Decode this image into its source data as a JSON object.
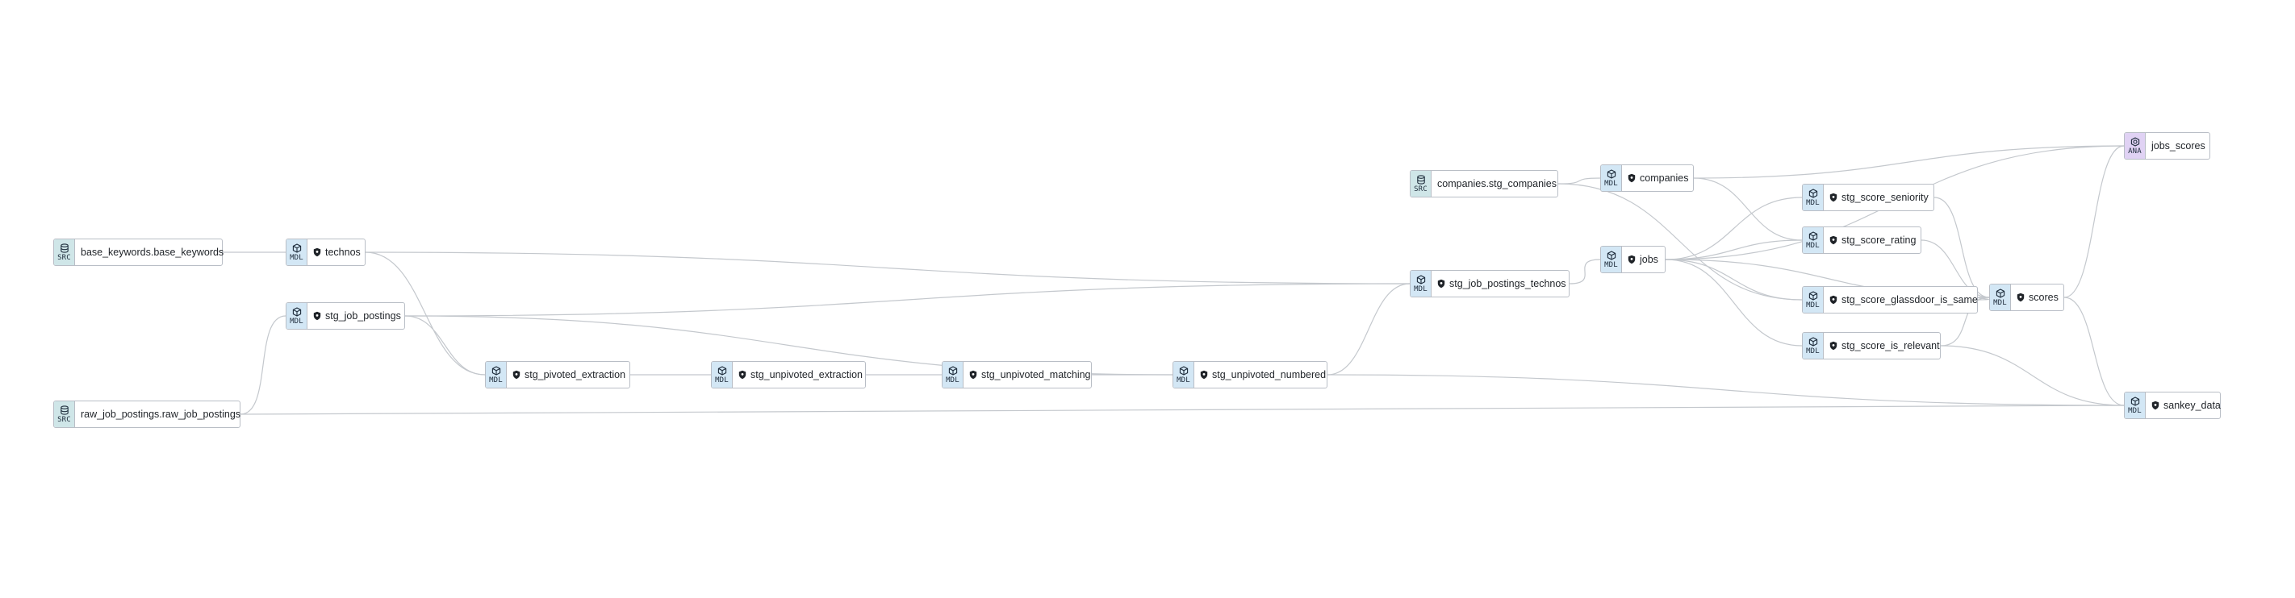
{
  "graph": {
    "nodes": [
      {
        "id": "base_keywords",
        "name": "base_keywords.base_keywords",
        "type": "SRC",
        "icon": "database-icon",
        "protected": false
      },
      {
        "id": "raw_job_postings",
        "name": "raw_job_postings.raw_job_postings",
        "type": "SRC",
        "icon": "database-icon",
        "protected": false
      },
      {
        "id": "technos",
        "name": "technos",
        "type": "MDL",
        "icon": "cube-icon",
        "protected": true
      },
      {
        "id": "stg_job_postings",
        "name": "stg_job_postings",
        "type": "MDL",
        "icon": "cube-icon",
        "protected": true
      },
      {
        "id": "stg_pivoted_extraction",
        "name": "stg_pivoted_extraction",
        "type": "MDL",
        "icon": "cube-icon",
        "protected": true
      },
      {
        "id": "stg_unpivoted_extraction",
        "name": "stg_unpivoted_extraction",
        "type": "MDL",
        "icon": "cube-icon",
        "protected": true
      },
      {
        "id": "stg_unpivoted_matching",
        "name": "stg_unpivoted_matching",
        "type": "MDL",
        "icon": "cube-icon",
        "protected": true
      },
      {
        "id": "stg_unpivoted_numbered",
        "name": "stg_unpivoted_numbered",
        "type": "MDL",
        "icon": "cube-icon",
        "protected": true
      },
      {
        "id": "companies_stg",
        "name": "companies.stg_companies",
        "type": "SRC",
        "icon": "database-icon",
        "protected": false
      },
      {
        "id": "stg_job_postings_technos",
        "name": "stg_job_postings_technos",
        "type": "MDL",
        "icon": "cube-icon",
        "protected": true
      },
      {
        "id": "companies",
        "name": "companies",
        "type": "MDL",
        "icon": "cube-icon",
        "protected": true
      },
      {
        "id": "jobs",
        "name": "jobs",
        "type": "MDL",
        "icon": "cube-icon",
        "protected": true
      },
      {
        "id": "stg_score_seniority",
        "name": "stg_score_seniority",
        "type": "MDL",
        "icon": "cube-icon",
        "protected": true
      },
      {
        "id": "stg_score_rating",
        "name": "stg_score_rating",
        "type": "MDL",
        "icon": "cube-icon",
        "protected": true
      },
      {
        "id": "stg_score_glassdoor_is_same",
        "name": "stg_score_glassdoor_is_same",
        "type": "MDL",
        "icon": "cube-icon",
        "protected": true
      },
      {
        "id": "stg_score_is_relevant",
        "name": "stg_score_is_relevant",
        "type": "MDL",
        "icon": "cube-icon",
        "protected": true
      },
      {
        "id": "scores",
        "name": "scores",
        "type": "MDL",
        "icon": "cube-icon",
        "protected": true
      },
      {
        "id": "jobs_scores",
        "name": "jobs_scores",
        "type": "ANA",
        "icon": "analysis-icon",
        "protected": false
      },
      {
        "id": "sankey_data",
        "name": "sankey_data",
        "type": "MDL",
        "icon": "cube-icon",
        "protected": true
      }
    ],
    "edges": [
      [
        "base_keywords",
        "technos"
      ],
      [
        "technos",
        "stg_pivoted_extraction"
      ],
      [
        "technos",
        "stg_job_postings_technos"
      ],
      [
        "stg_job_postings",
        "stg_pivoted_extraction"
      ],
      [
        "stg_job_postings",
        "stg_job_postings_technos"
      ],
      [
        "stg_job_postings",
        "stg_unpivoted_numbered"
      ],
      [
        "raw_job_postings",
        "stg_job_postings"
      ],
      [
        "raw_job_postings",
        "sankey_data"
      ],
      [
        "stg_pivoted_extraction",
        "stg_unpivoted_extraction"
      ],
      [
        "stg_unpivoted_extraction",
        "stg_unpivoted_matching"
      ],
      [
        "stg_unpivoted_matching",
        "stg_unpivoted_numbered"
      ],
      [
        "stg_unpivoted_numbered",
        "stg_job_postings_technos"
      ],
      [
        "stg_unpivoted_numbered",
        "sankey_data"
      ],
      [
        "stg_job_postings_technos",
        "jobs"
      ],
      [
        "companies_stg",
        "companies"
      ],
      [
        "companies_stg",
        "stg_score_glassdoor_is_same"
      ],
      [
        "companies",
        "stg_score_rating"
      ],
      [
        "companies",
        "jobs_scores"
      ],
      [
        "jobs",
        "stg_score_seniority"
      ],
      [
        "jobs",
        "stg_score_rating"
      ],
      [
        "jobs",
        "stg_score_glassdoor_is_same"
      ],
      [
        "jobs",
        "stg_score_is_relevant"
      ],
      [
        "jobs",
        "scores"
      ],
      [
        "jobs",
        "jobs_scores"
      ],
      [
        "stg_score_seniority",
        "scores"
      ],
      [
        "stg_score_rating",
        "scores"
      ],
      [
        "stg_score_glassdoor_is_same",
        "scores"
      ],
      [
        "stg_score_is_relevant",
        "scores"
      ],
      [
        "stg_score_is_relevant",
        "sankey_data"
      ],
      [
        "scores",
        "jobs_scores"
      ],
      [
        "scores",
        "sankey_data"
      ]
    ]
  },
  "colors": {
    "edge": "#c4c8cd",
    "node_border": "#b9bec6",
    "src_badge": "#cfe6e8",
    "mdl_badge": "#d3e7f5",
    "ana_badge": "#e0d2f4",
    "icon": "#1d2b3a"
  }
}
